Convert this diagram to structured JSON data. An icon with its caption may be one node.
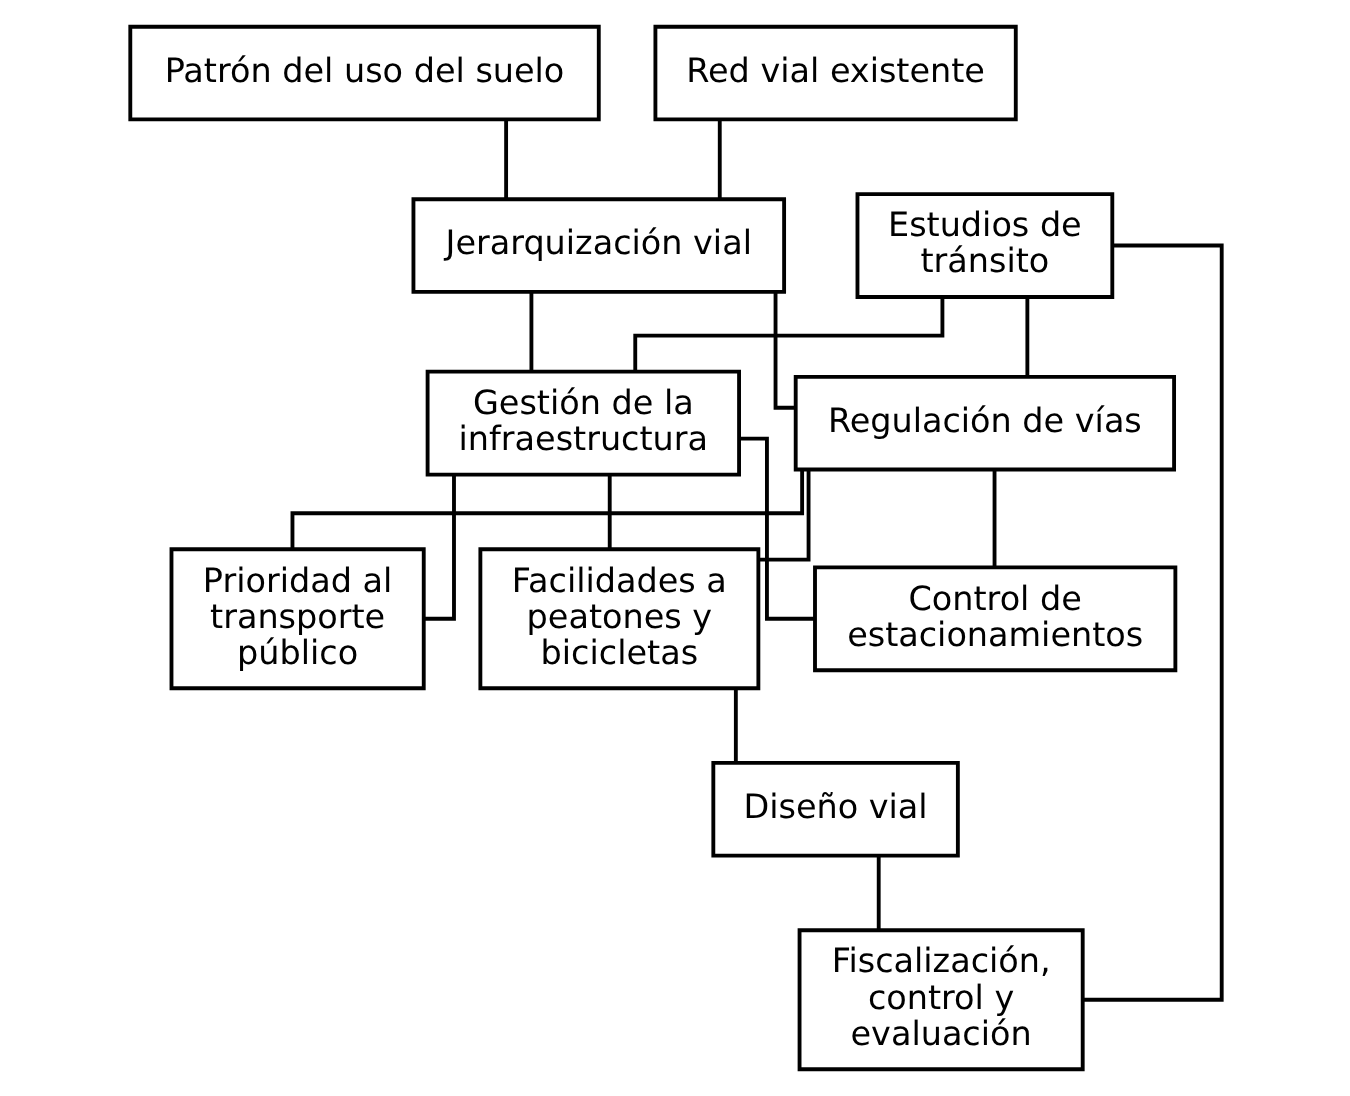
{
  "diagram": {
    "nodes": [
      {
        "text": [
          "Patrón del uso del suelo"
        ]
      },
      {
        "text": [
          "Red vial existente"
        ]
      },
      {
        "text": [
          "Jerarquización vial"
        ]
      },
      {
        "text": [
          "Estudios de tránsito"
        ]
      },
      {
        "text": [
          "Gestión de la infraestructura"
        ]
      },
      {
        "text": [
          "Regulación de vías"
        ]
      },
      {
        "text": [
          "Prioridad al transporte público"
        ]
      },
      {
        "text": [
          "Facilidades a peatones y bicicletas"
        ]
      },
      {
        "text": [
          "Control de estacionamientos"
        ]
      },
      {
        "text": [
          "Diseño vial"
        ]
      },
      {
        "text": [
          "Fiscalización, control y evaluación"
        ]
      }
    ],
    "edges": [
      {
        "from": 0,
        "to": 2,
        "arrow": "none"
      },
      {
        "from": 1,
        "to": 2,
        "arrow": "none"
      },
      {
        "from": 2,
        "to": 4,
        "arrow": "none"
      },
      {
        "from": 2,
        "to": 5,
        "arrow": "none"
      },
      {
        "from": 3,
        "to": 4,
        "arrow": "none"
      },
      {
        "from": 3,
        "to": 5,
        "arrow": "none"
      },
      {
        "from": 4,
        "to": 6,
        "arrow": "none"
      },
      {
        "from": 4,
        "to": 7,
        "arrow": "none"
      },
      {
        "from": 4,
        "to": 8,
        "arrow": "none"
      },
      {
        "from": 5,
        "to": 6,
        "arrow": "none"
      },
      {
        "from": 5,
        "to": 7,
        "arrow": "none"
      },
      {
        "from": 5,
        "to": 8,
        "arrow": "none"
      },
      {
        "from": 7,
        "to": 9,
        "arrow": "none"
      },
      {
        "from": 9,
        "to": 10,
        "arrow": "none"
      },
      {
        "from": 3,
        "to": 10,
        "arrow": "none"
      }
    ]
  }
}
